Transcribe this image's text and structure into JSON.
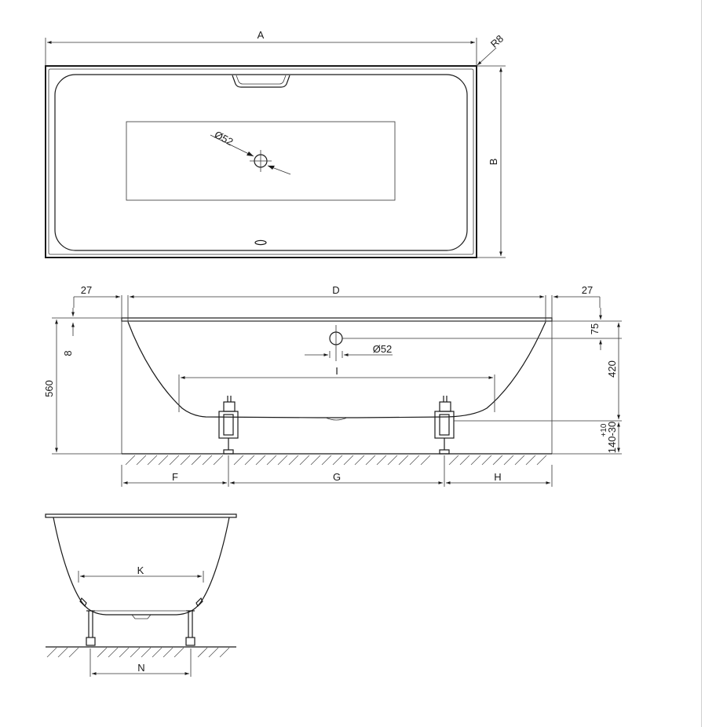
{
  "dimensions": {
    "a": "A",
    "b": "B",
    "r8": "R8",
    "d52_top": "Ø52",
    "d": "D",
    "left27": "27",
    "right27": "27",
    "h8": "8",
    "h560": "560",
    "h75": "75",
    "d52_side": "Ø52",
    "i": "I",
    "h420": "420",
    "tol_plus": "+10",
    "tol_minus": "140-30",
    "f": "F",
    "g": "G",
    "h": "H",
    "k": "K",
    "n": "N"
  }
}
